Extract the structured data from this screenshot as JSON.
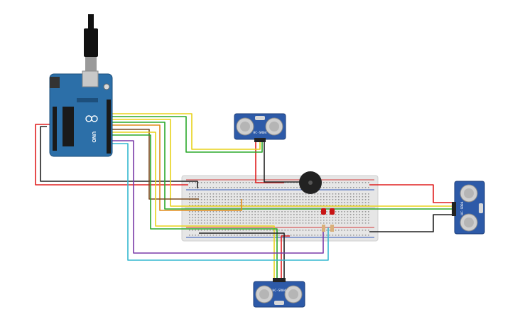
{
  "colors": {
    "background": "#ffffff",
    "arduino_board": "#2c6fa8",
    "arduino_dark": "#1d4f7c",
    "breadboard": "#e6e6e6",
    "breadboard_hole": "#9a9a9a",
    "rail_red": "#d23c3c",
    "rail_blue": "#2f55b8",
    "sensor_board": "#2d5aa8",
    "transducer": "#cfcfcf",
    "buzzer": "#222222",
    "led_red": "#c81414",
    "wire_red": "#e02020",
    "wire_black": "#222222",
    "wire_yellow": "#e8d21a",
    "wire_green": "#2aa82a",
    "wire_orange": "#e08c1a",
    "wire_brown": "#7a4a1e",
    "wire_purple": "#7a3aa8",
    "wire_cyan": "#35b8d0"
  },
  "arduino": {
    "logo_text": "UNO",
    "icons": [
      "usb-cable-icon",
      "power-jack-icon",
      "reset-button-icon",
      "infinity-logo-icon"
    ]
  },
  "sensors": [
    {
      "id": "top",
      "label": "HC-SR04"
    },
    {
      "id": "right",
      "label": "HC-SR04"
    },
    {
      "id": "bottom",
      "label": "HC-SR04"
    }
  ],
  "components": {
    "buzzer": "piezo-buzzer",
    "leds": [
      "led-1",
      "led-2"
    ],
    "resistors": [
      "resistor-1",
      "resistor-2"
    ]
  }
}
